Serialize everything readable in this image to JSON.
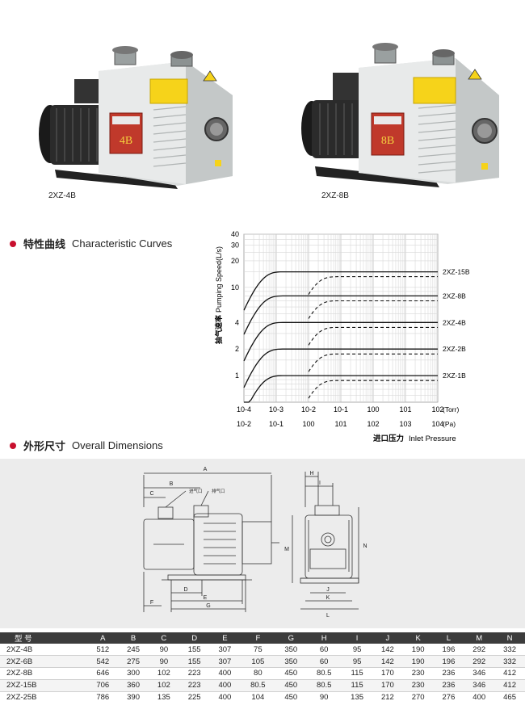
{
  "products": [
    {
      "caption": "2XZ-4B",
      "plate_label": "4B"
    },
    {
      "caption": "2XZ-8B",
      "plate_label": "8B"
    }
  ],
  "sections": {
    "curves": {
      "zh": "特性曲线",
      "en": "Characteristic Curves"
    },
    "dims": {
      "zh": "外形尺寸",
      "en": "Overall Dimensions"
    }
  },
  "chart_data": {
    "type": "line",
    "ylabel_zh": "抽气速率",
    "ylabel_en": "Pumping Speed(L/s)",
    "xlabel_zh": "进口压力",
    "xlabel_en": "Inlet Pressure",
    "y_ticks": [
      "1",
      "2",
      "4",
      "10",
      "20",
      "30",
      "40"
    ],
    "x_ticks_torr": [
      "10-4",
      "10-3",
      "10-2",
      "10-1",
      "100",
      "101",
      "102"
    ],
    "x_unit_torr": "(Torr)",
    "x_ticks_pa": [
      "10-2",
      "10-1",
      "100",
      "101",
      "102",
      "103",
      "104"
    ],
    "x_unit_pa": "(Pa)",
    "series": [
      {
        "name": "2XZ-15B",
        "max_speed": 15
      },
      {
        "name": "2XZ-8B",
        "max_speed": 8
      },
      {
        "name": "2XZ-4B",
        "max_speed": 4
      },
      {
        "name": "2XZ-2B",
        "max_speed": 2
      },
      {
        "name": "2XZ-1B",
        "max_speed": 1
      }
    ]
  },
  "drawing": {
    "labels": [
      "A",
      "B",
      "C",
      "D",
      "E",
      "F",
      "G",
      "H",
      "I",
      "J",
      "K",
      "L",
      "M",
      "N"
    ],
    "port_in": "进气口",
    "port_out": "排气口"
  },
  "table": {
    "headers": [
      "型 号",
      "A",
      "B",
      "C",
      "D",
      "E",
      "F",
      "G",
      "H",
      "I",
      "J",
      "K",
      "L",
      "M",
      "N"
    ],
    "rows": [
      [
        "2XZ-4B",
        "512",
        "245",
        "90",
        "155",
        "307",
        "75",
        "350",
        "60",
        "95",
        "142",
        "190",
        "196",
        "292",
        "332"
      ],
      [
        "2XZ-6B",
        "542",
        "275",
        "90",
        "155",
        "307",
        "105",
        "350",
        "60",
        "95",
        "142",
        "190",
        "196",
        "292",
        "332"
      ],
      [
        "2XZ-8B",
        "646",
        "300",
        "102",
        "223",
        "400",
        "80",
        "450",
        "80.5",
        "115",
        "170",
        "230",
        "236",
        "346",
        "412"
      ],
      [
        "2XZ-15B",
        "706",
        "360",
        "102",
        "223",
        "400",
        "80.5",
        "450",
        "80.5",
        "115",
        "170",
        "230",
        "236",
        "346",
        "412"
      ],
      [
        "2XZ-25B",
        "786",
        "390",
        "135",
        "225",
        "400",
        "104",
        "450",
        "90",
        "135",
        "212",
        "270",
        "276",
        "400",
        "465"
      ]
    ]
  }
}
